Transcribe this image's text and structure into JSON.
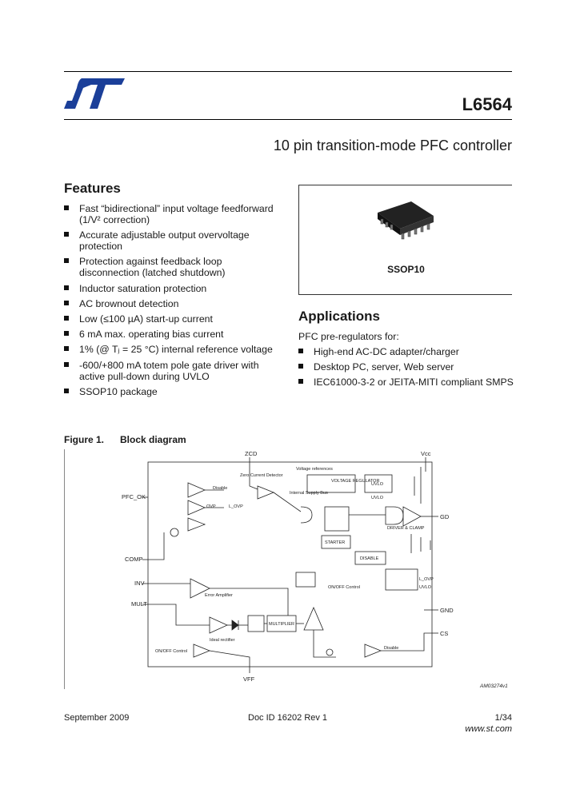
{
  "header": {
    "part_number": "L6564",
    "subtitle": "10 pin transition-mode PFC controller"
  },
  "features": {
    "heading": "Features",
    "items": [
      {
        "lines": [
          "Fast “bidirectional” input voltage feedforward",
          "(1/V² correction)"
        ]
      },
      {
        "lines": [
          "Accurate adjustable output overvoltage",
          "protection"
        ]
      },
      {
        "lines": [
          "Protection against feedback loop",
          "disconnection (latched shutdown)"
        ]
      },
      {
        "lines": [
          "Inductor saturation protection"
        ]
      },
      {
        "lines": [
          "AC brownout detection"
        ]
      },
      {
        "lines": [
          "Low (≤100 µA) start-up current"
        ]
      },
      {
        "lines": [
          "6 mA max. operating bias current"
        ]
      },
      {
        "lines": [
          "1% (@ Tⱼ = 25 °C) internal reference voltage"
        ]
      },
      {
        "lines": [
          "-600/+800 mA totem pole gate driver with",
          "active pull-down during UVLO"
        ]
      },
      {
        "lines": [
          "SSOP10 package"
        ]
      }
    ]
  },
  "package": {
    "label": "SSOP10"
  },
  "applications": {
    "heading": "Applications",
    "intro": "PFC pre-regulators for:",
    "items": [
      "High-end AC-DC adapter/charger",
      "Desktop PC, server, Web server",
      "IEC61000-3-2 or JEITA-MITI compliant SMPS"
    ]
  },
  "figure": {
    "number": "Figure 1.",
    "title": "Block diagram",
    "code": "AM03274v1",
    "pins": {
      "zcd": "ZCD",
      "vcc": "Vcc",
      "pfc_ok": "PFC_OK",
      "comp": "COMP",
      "inv": "INV",
      "mult": "MULT",
      "gd": "GD",
      "gnd": "GND",
      "cs": "CS",
      "vff": "VFF"
    },
    "labels": {
      "voltage_regulator": "VOLTAGE REGULATOR",
      "uvlo": "UVLO",
      "starter": "STARTER",
      "disable": "DISABLE",
      "multiplier": "MULTIPLIER",
      "error_amplifier": "Error Amplifier",
      "ideal_rectifier": "Ideal rectifier",
      "zero_current_detector": "Zero Current Detector",
      "internal_supply": "Internal Supply Bus",
      "voltage_references": "Voltage references",
      "disable_small": "Disable",
      "l_ovp": "L_OVP",
      "ovp": "OVP",
      "on_off_control": "ON/OFF Control",
      "driver_clamp": "DRIVER & CLAMP",
      "inv_ovp": "OVP",
      "u_vlo": "UVLO"
    }
  },
  "footer": {
    "date": "September 2009",
    "doc": "Doc ID 16202 Rev 1",
    "page": "1/34",
    "url": "www.st.com"
  },
  "colors": {
    "logo": "#1b3f99",
    "text": "#1a1a1a"
  }
}
